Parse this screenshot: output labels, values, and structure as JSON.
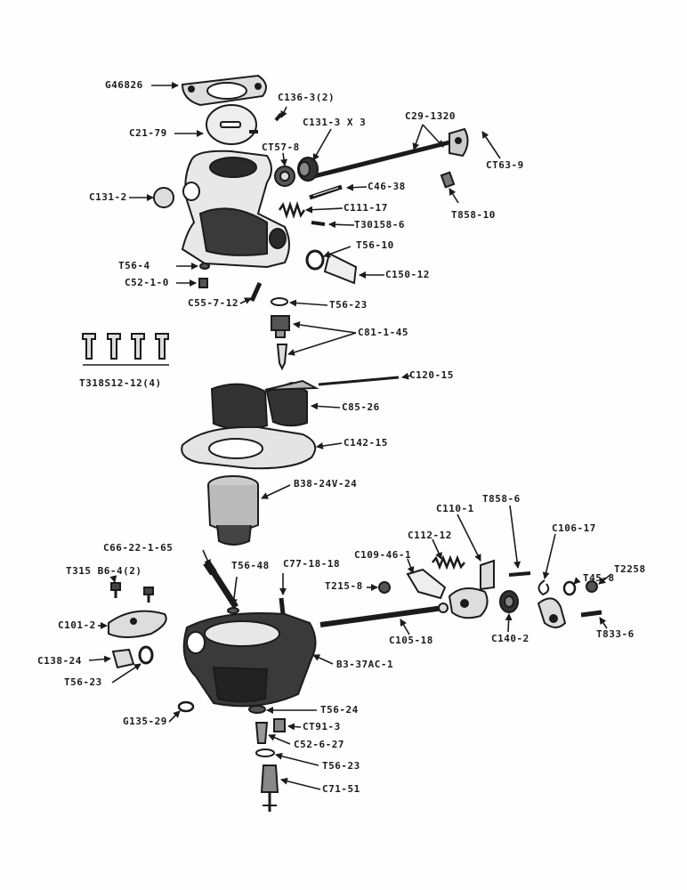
{
  "colors": {
    "ink": "#1b1b1b",
    "paper": "#fefefe",
    "shade": "#3a3a3a"
  },
  "parts": {
    "G46826": "G46826",
    "C136_3_2": "C136-3(2)",
    "C21_79": "C21-79",
    "C131_3X3": "C131-3 X 3",
    "C29_1320": "C29-1320",
    "CT57_8": "CT57-8",
    "CT63_9": "CT63-9",
    "C131_2": "C131-2",
    "C46_38": "C46-38",
    "C111_17": "C111-17",
    "T858_10": "T858-10",
    "T30158_6": "T30158-6",
    "T56_10": "T56-10",
    "T56_4": "T56-4",
    "C150_12": "C150-12",
    "C52_1_0": "C52-1-0",
    "C55_7_12": "C55-7-12",
    "T56_23a": "T56-23",
    "C81_1_45": "C81-1-45",
    "T31BS12_12_4": "T318S12-12(4)",
    "C120_15": "C120-15",
    "C85_26": "C85-26",
    "C142_15": "C142-15",
    "B38_24V_24": "B38-24V-24",
    "T858_6": "T858-6",
    "C110_1": "C110-1",
    "C106_17": "C106-17",
    "C66_22_1_65": "C66-22-1-65",
    "C112_12": "C112-12",
    "C109_46_1": "C109-46-1",
    "T315B6_4_2": "T315 B6-4(2)",
    "T56_48": "T56-48",
    "C77_18_18": "C77-18-18",
    "T215_8": "T215-8",
    "T45_8": "T45-8",
    "T2258": "T2258",
    "C101_2": "C101-2",
    "C105_18": "C105-18",
    "C140_2": "C140-2",
    "T833_6": "T833-6",
    "C138_24": "C138-24",
    "B3_37AC_1": "B3-37AC-1",
    "T56_23b": "T56-23",
    "G135_29": "G135-29",
    "T56_24": "T56-24",
    "CT91_3": "CT91-3",
    "C52_6_27": "C52-6-27",
    "T56_23c": "T56-23",
    "C71_51": "C71-51"
  }
}
